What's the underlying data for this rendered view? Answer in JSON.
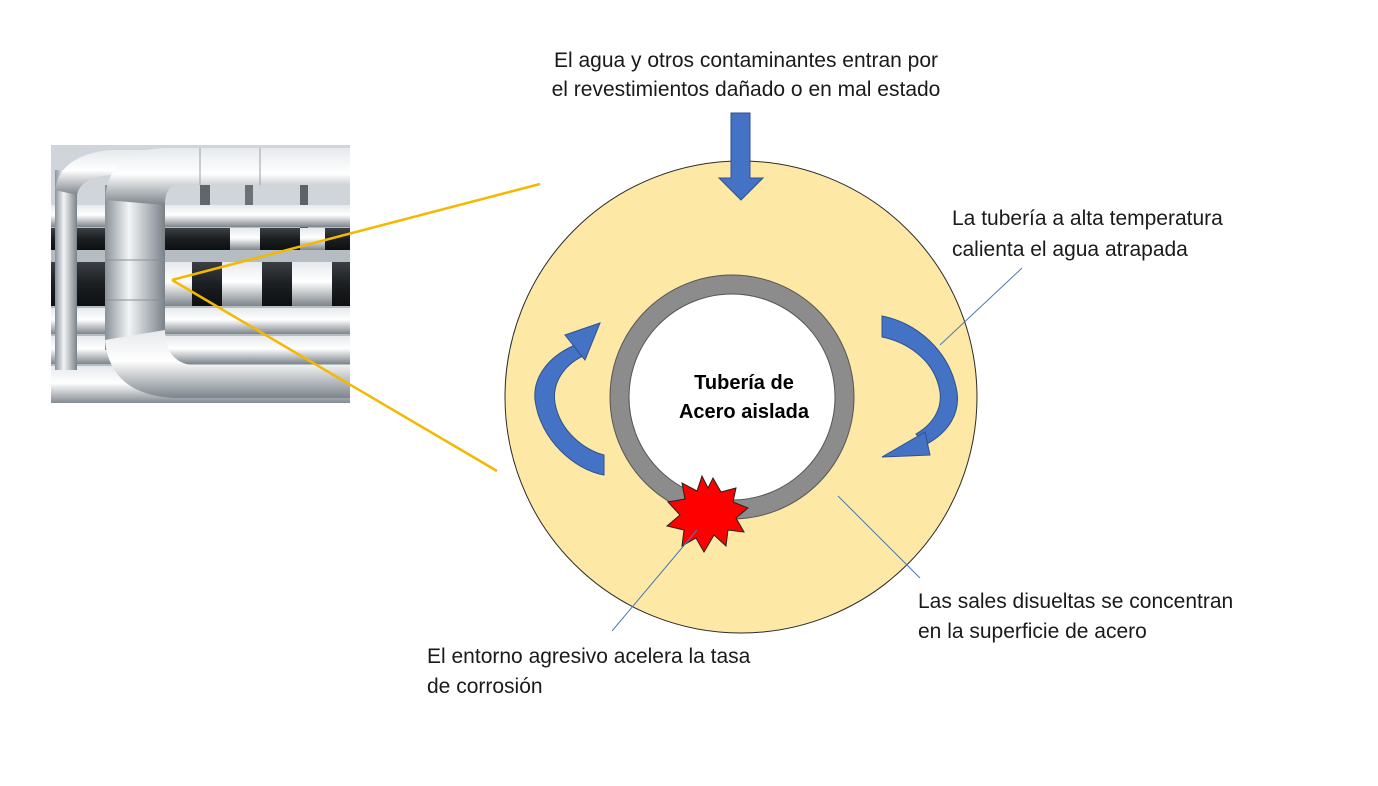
{
  "labels": {
    "top_line1": "El agua y otros contaminantes entran por",
    "top_line2": "el revestimientos dañado o en mal estado",
    "right_top_line1": "La tubería a alta temperatura",
    "right_top_line2": "calienta el agua atrapada",
    "right_bottom_line1": "Las sales disueltas se concentran",
    "right_bottom_line2": "en la superficie de acero",
    "bottom_line1": "El entorno agresivo acelera la tasa",
    "bottom_line2": "de corrosión",
    "center_line1": "Tubería de",
    "center_line2": "Acero aislada"
  },
  "colors": {
    "insulation": "#fde8a6",
    "pipe_wall": "#8c8c8c",
    "pipe_interior": "#ffffff",
    "arrow_fill": "#4472c4",
    "arrow_stroke": "#2f528f",
    "zoom_lines": "#f5b800",
    "leader_lines": "#4a7ab5",
    "corrosion_burst": "#ff0000"
  },
  "icons": {
    "photo": "insulated-pipes-photo",
    "burst": "corrosion-burst-icon",
    "arrow_down": "arrow-down-icon",
    "arrow_left_circulation": "circular-arrow-left-icon",
    "arrow_right_circulation": "circular-arrow-right-icon"
  }
}
